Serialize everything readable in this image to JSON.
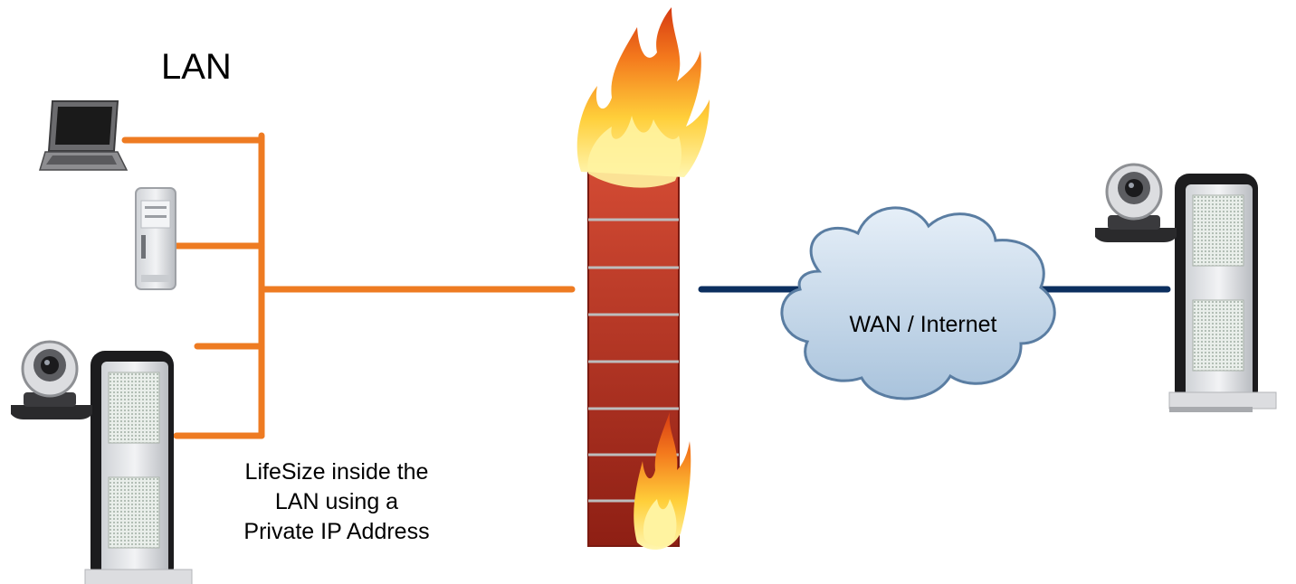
{
  "labels": {
    "lan": "LAN",
    "wan_internet": "WAN / Internet",
    "caption": [
      "LifeSize inside the",
      "LAN using a",
      "Private IP Address"
    ]
  },
  "colors": {
    "lan_link": "#ee7b22",
    "wan_link": "#0c2f5f",
    "cloud_fill": "#c7dbed",
    "cloud_stroke": "#5a7da2",
    "brick": "#c0392b",
    "mortar": "#bdbdbd"
  },
  "icons": [
    "laptop-icon",
    "tower-server-icon",
    "lifesize-codec-icon",
    "firewall-icon",
    "fire-icon",
    "cloud-icon"
  ]
}
